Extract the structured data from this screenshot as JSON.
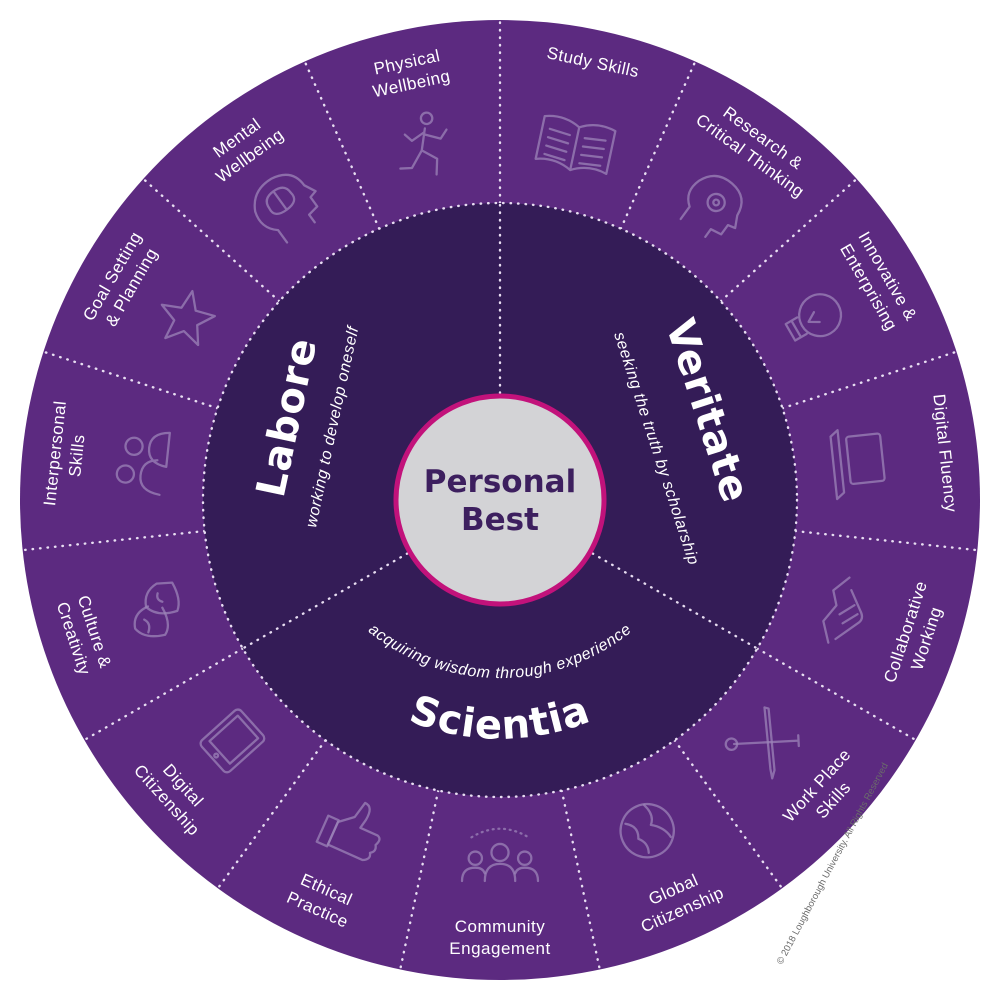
{
  "colors": {
    "outer_ring": "#5c2a80",
    "inner_disc": "#341c57",
    "center_fill": "#d3d3d6",
    "center_border": "#c2127b",
    "center_text": "#3d1f5f",
    "text": "#ffffff"
  },
  "center": {
    "line1": "Personal",
    "line2": "Best"
  },
  "pillars": [
    {
      "title": "Labore",
      "subtitle": "working to develop oneself"
    },
    {
      "title": "Veritate",
      "subtitle": "seeking the truth by scholarship"
    },
    {
      "title": "Scientia",
      "subtitle": "acquiring wisdom through experience"
    }
  ],
  "segments": [
    {
      "lines": [
        "Study Skills"
      ],
      "icon": "open-book-icon"
    },
    {
      "lines": [
        "Research &",
        "Critical Thinking"
      ],
      "icon": "head-gear-icon"
    },
    {
      "lines": [
        "Innovative &",
        "Enterprising"
      ],
      "icon": "lightbulb-icon"
    },
    {
      "lines": [
        "Digital Fluency"
      ],
      "icon": "laptop-icon"
    },
    {
      "lines": [
        "Collaborative",
        "Working"
      ],
      "icon": "handshake-icon"
    },
    {
      "lines": [
        "Work Place",
        "Skills"
      ],
      "icon": "tools-icon"
    },
    {
      "lines": [
        "Global",
        "Citizenship"
      ],
      "icon": "globe-icon"
    },
    {
      "lines": [
        "Community",
        "Engagement"
      ],
      "icon": "people-group-icon"
    },
    {
      "lines": [
        "Ethical",
        "Practice"
      ],
      "icon": "thumbs-up-icon"
    },
    {
      "lines": [
        "Digital",
        "Citizenship"
      ],
      "icon": "tablet-icon"
    },
    {
      "lines": [
        "Culture &",
        "Creativity"
      ],
      "icon": "theatre-masks-icon"
    },
    {
      "lines": [
        "Interpersonal",
        "Skills"
      ],
      "icon": "people-talking-icon"
    },
    {
      "lines": [
        "Goal Setting",
        "& Planning"
      ],
      "icon": "star-icon"
    },
    {
      "lines": [
        "Mental",
        "Wellbeing"
      ],
      "icon": "brain-head-icon"
    },
    {
      "lines": [
        "Physical",
        "Wellbeing"
      ],
      "icon": "running-person-icon"
    }
  ],
  "copyright": "© 2018 Loughborough University. All Rights Reserved"
}
